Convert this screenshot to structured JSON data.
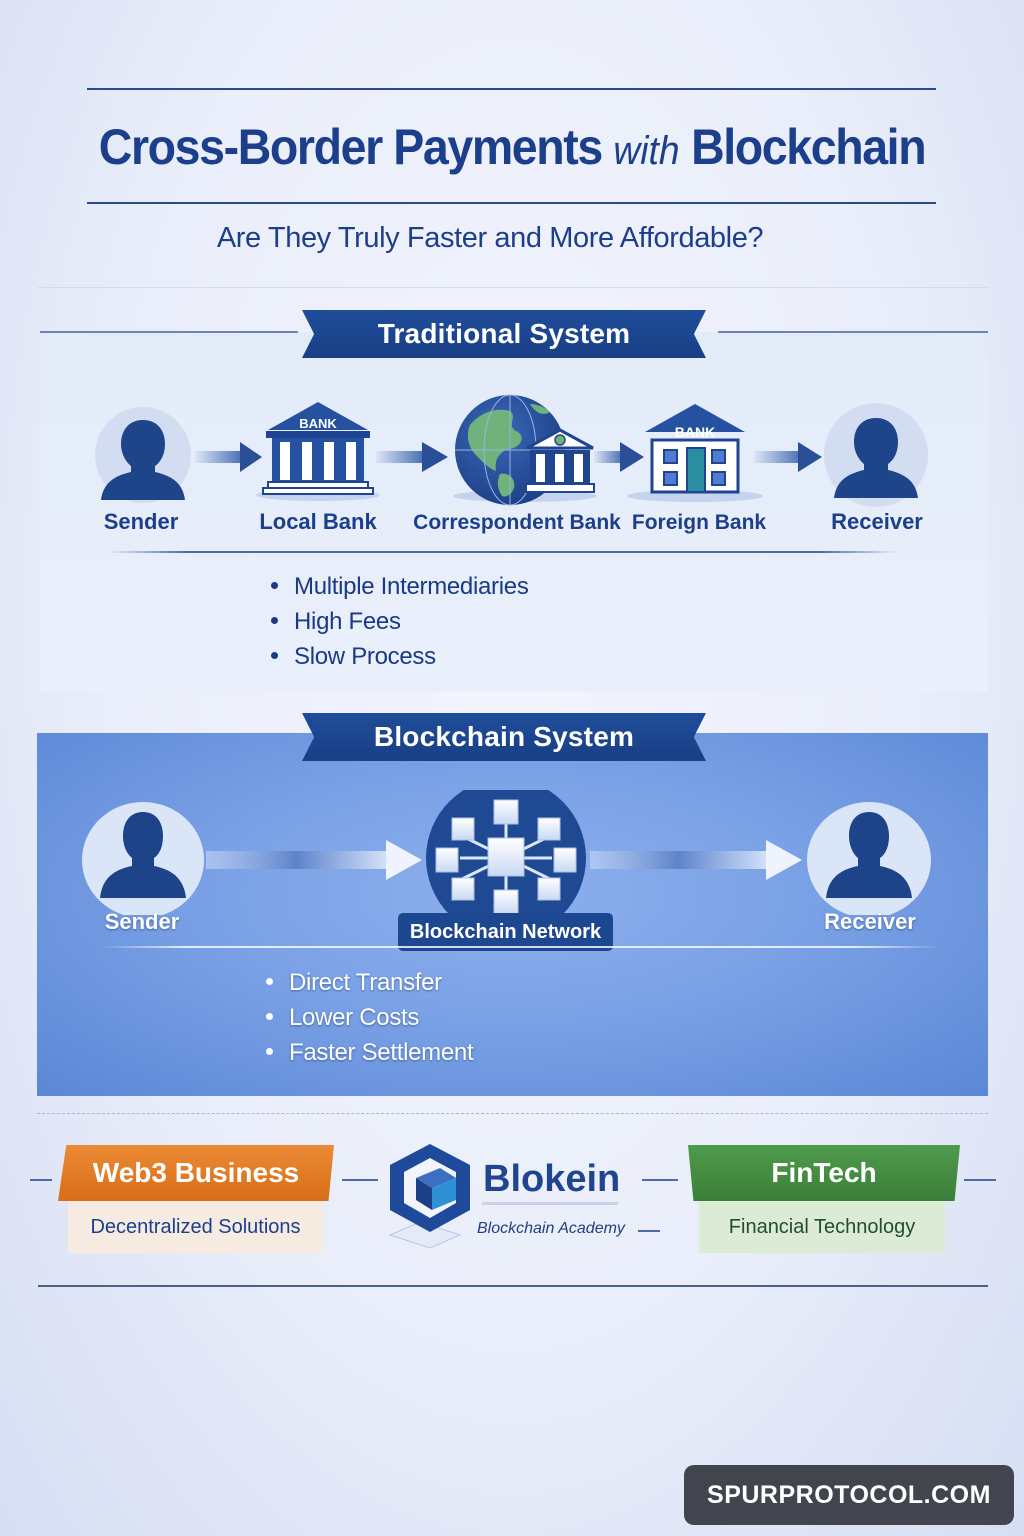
{
  "header": {
    "title_part1": "Cross-Border Payments",
    "title_part2": "with",
    "title_part3": "Blockchain",
    "subtitle": "Are They Truly Faster and More Affordable?"
  },
  "traditional": {
    "banner": "Traditional System",
    "nodes": [
      {
        "label": "Sender",
        "icon": "person-icon"
      },
      {
        "label": "Local Bank",
        "icon": "bank-icon",
        "sign": "BANK"
      },
      {
        "label": "Correspondent Bank",
        "icon": "globe-bank-icon"
      },
      {
        "label": "Foreign Bank",
        "icon": "bank-building-icon",
        "sign": "BANK"
      },
      {
        "label": "Receiver",
        "icon": "person-icon"
      }
    ],
    "bullets": [
      "Multiple Intermediaries",
      "High Fees",
      "Slow Process"
    ]
  },
  "blockchain": {
    "banner": "Blockchain System",
    "nodes": [
      {
        "label": "Sender",
        "icon": "person-icon"
      },
      {
        "label": "Blockchain Network",
        "icon": "blockchain-network-icon"
      },
      {
        "label": "Receiver",
        "icon": "person-icon"
      }
    ],
    "bullets": [
      "Direct Transfer",
      "Lower Costs",
      "Faster Settlement"
    ]
  },
  "footer": {
    "left_badge": {
      "title": "Web3 Business",
      "subtitle": "Decentralized Solutions",
      "color": "#e07a25"
    },
    "brand": {
      "name": "Blokein",
      "tagline": "Blockchain Academy"
    },
    "right_badge": {
      "title": "FinTech",
      "subtitle": "Financial Technology",
      "color": "#468c43"
    }
  },
  "watermark": "SPURPROTOCOL.COM",
  "colors": {
    "primary": "#1c3f8c",
    "banner": "#1f4d9a",
    "blockchain_panel": "#7aa1e6"
  }
}
